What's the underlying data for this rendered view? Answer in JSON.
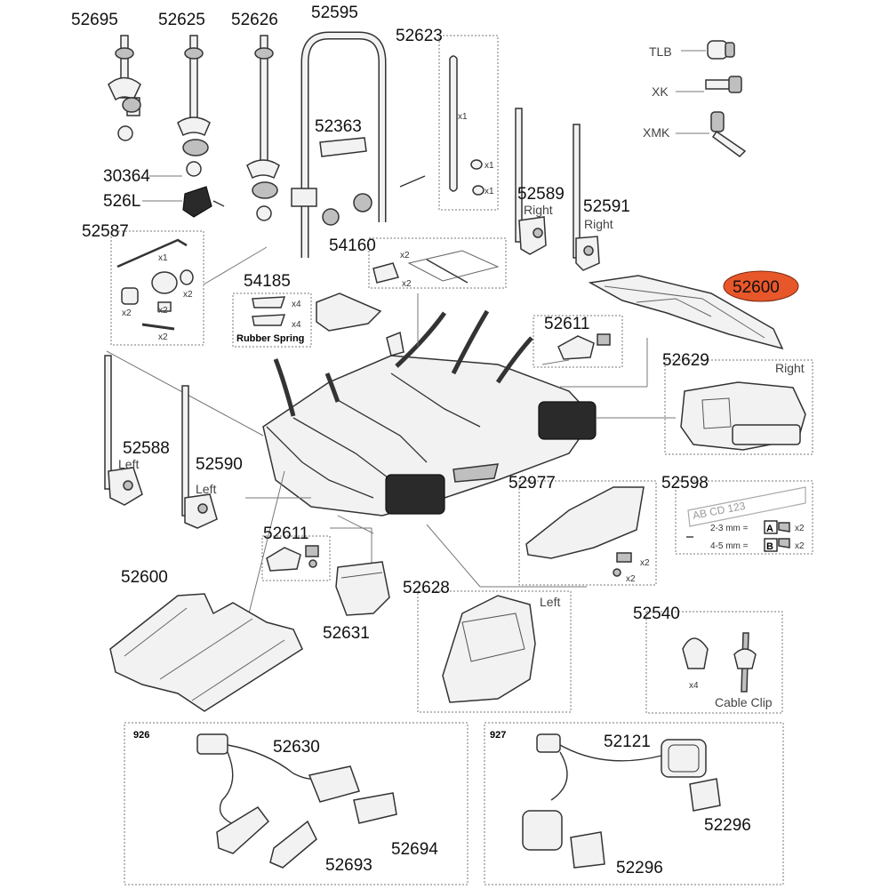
{
  "parts": {
    "p52695": "52695",
    "p52625": "52625",
    "p52626": "52626",
    "p52595": "52595",
    "p52623": "52623",
    "p30364": "30364",
    "p526L": "526L",
    "p52363": "52363",
    "p52587": "52587",
    "p54160": "54160",
    "p52589": "52589",
    "p52591": "52591",
    "p54185": "54185",
    "p52600_top": "52600",
    "p52611_top": "52611",
    "p52629": "52629",
    "p52588": "52588",
    "p52590": "52590",
    "p52977": "52977",
    "p52598": "52598",
    "p52611_mid": "52611",
    "p52600_bottom": "52600",
    "p52631": "52631",
    "p52628": "52628",
    "p52540": "52540",
    "p52630": "52630",
    "p52694": "52694",
    "p52693": "52693",
    "p52121": "52121",
    "p52296_a": "52296",
    "p52296_b": "52296"
  },
  "keys": {
    "tlb": "TLB",
    "xk": "XK",
    "xmk": "XMK"
  },
  "side_labels": {
    "right_52589": "Right",
    "right_52591": "Right",
    "right_52629": "Right",
    "left_52588": "Left",
    "left_52590": "Left",
    "left_52628": "Left"
  },
  "notes": {
    "rubber_spring": "Rubber Spring",
    "cable_clip": "Cable Clip",
    "plate_text": "AB CD 123",
    "thickness_a": "2-3 mm =",
    "thickness_b": "4-5 mm =",
    "code_a": "A",
    "code_b": "B"
  },
  "quantities": {
    "x1": "x1",
    "x2": "x2",
    "x4": "x4"
  },
  "kits": {
    "k926": "926",
    "k927": "927"
  },
  "colors": {
    "highlight": "#e8572a"
  }
}
